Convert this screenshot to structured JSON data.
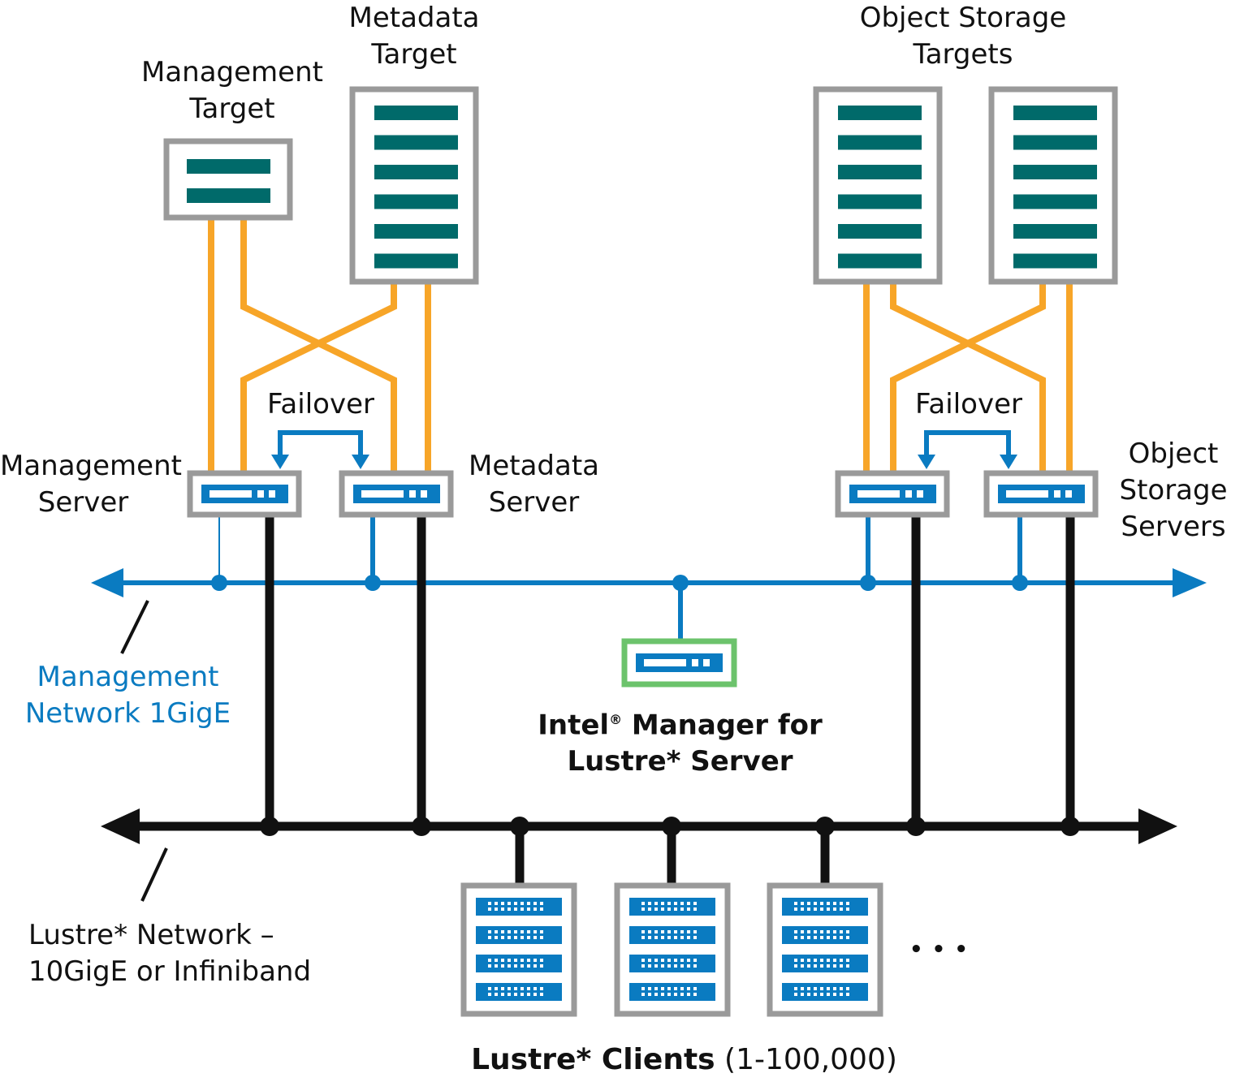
{
  "labels": {
    "management_target": [
      "Management",
      "Target"
    ],
    "metadata_target": [
      "Metadata",
      "Target"
    ],
    "object_storage_targets": [
      "Object Storage",
      "Targets"
    ],
    "failover_left": "Failover",
    "failover_right": "Failover",
    "management_server": [
      "Management",
      "Server"
    ],
    "metadata_server": [
      "Metadata",
      "Server"
    ],
    "object_storage_servers": [
      "Object",
      "Storage",
      "Servers"
    ],
    "management_network": [
      "Management",
      "Network 1GigE"
    ],
    "intel_manager": [
      "Intel",
      "®",
      " Manager for",
      "Lustre* Server"
    ],
    "lustre_network": [
      "Lustre* Network –",
      "10GigE or Infiniband"
    ],
    "clients_bold": "Lustre* Clients",
    "clients_count": " (1-100,000)",
    "ellipsis": "• • •"
  },
  "colors": {
    "target_stripe": "#006a6a",
    "box_border": "#9a9a9a",
    "fiber": "#f7a528",
    "management_net": "#0a7bc1",
    "lustre_net": "#111111",
    "manager_border": "#6cc36c",
    "client_stripe": "#0a7bc1"
  },
  "icons": {
    "target": "storage-target-icon",
    "server": "server-icon",
    "client": "client-rack-icon"
  }
}
